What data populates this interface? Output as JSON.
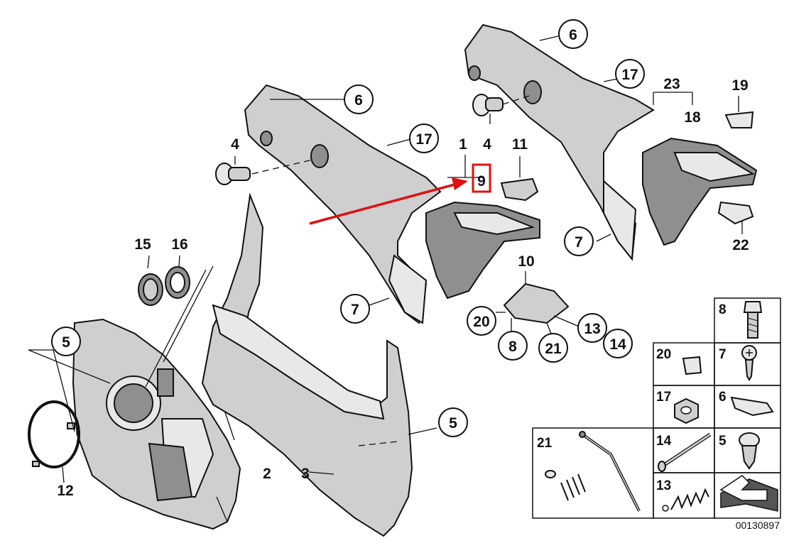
{
  "callouts": {
    "c1": "1",
    "c2": "2",
    "c3": "3",
    "c4a": "4",
    "c4b": "4",
    "c5a": "5",
    "c5b": "5",
    "c6a": "6",
    "c6b": "6",
    "c7a": "7",
    "c7b": "7",
    "c8": "8",
    "c9": "9",
    "c10": "10",
    "c11": "11",
    "c12": "12",
    "c13": "13",
    "c14": "14",
    "c15": "15",
    "c16": "16",
    "c17a": "17",
    "c17b": "17",
    "c18": "18",
    "c19": "19",
    "c20": "20",
    "c21": "21",
    "c22": "22",
    "c23": "23"
  },
  "legend": {
    "cells": {
      "l8": "8",
      "l20": "20",
      "l7": "7",
      "l17": "17",
      "l6": "6",
      "l21": "21",
      "l14": "14",
      "l5": "5",
      "l13": "13"
    }
  },
  "diagram_code": "00130897",
  "colors": {
    "highlight": "#e01010",
    "part_fill": "#cfcfcf",
    "outline": "#111111"
  }
}
